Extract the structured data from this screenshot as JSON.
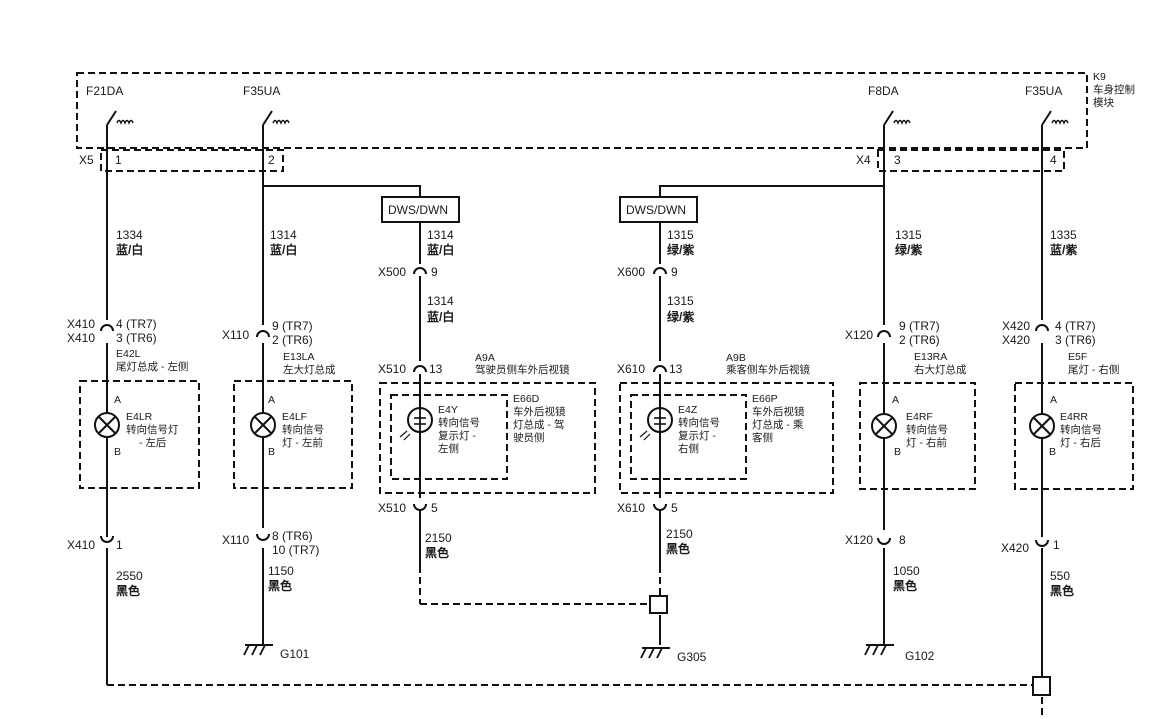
{
  "module": {
    "code": "K9",
    "name_line1": "车身控制",
    "name_line2": "模块",
    "fuses": [
      "F21DA",
      "F35UA",
      "F8DA",
      "F35UA"
    ],
    "connectors": {
      "left": "X5",
      "right": "X4"
    },
    "pins": [
      "1",
      "2",
      "3",
      "4"
    ]
  },
  "switch_boxes": {
    "left": "DWS/DWN",
    "right": "DWS/DWN"
  },
  "circuits": [
    {
      "top": {
        "num": "1334",
        "color": "蓝/白"
      },
      "conn_upper": {
        "id1": "X410",
        "pin1": "4 (TR7)",
        "id2": "X410",
        "pin2": "3 (TR6)"
      },
      "component": {
        "code": "E42L",
        "name": "尾灯总成 - 左侧",
        "lamp": "E4LR",
        "desc1": "转向信号灯",
        "desc2": "- 左后",
        "pinA": "A",
        "pinB": "B"
      },
      "conn_lower": {
        "id": "X410",
        "pin": "1"
      },
      "bottom": {
        "num": "2550",
        "color": "黑色"
      }
    },
    {
      "top": {
        "num": "1314",
        "color": "蓝/白"
      },
      "conn_upper": {
        "id1": "X110",
        "pin1": "9 (TR7)",
        "pin2": "2 (TR6)"
      },
      "component": {
        "code": "E13LA",
        "name": "左大灯总成",
        "lamp": "E4LF",
        "desc1": "转向信号",
        "desc2": "灯 - 左前",
        "pinA": "A",
        "pinB": "B"
      },
      "conn_lower": {
        "id": "X110",
        "pin1": "8 (TR6)",
        "pin2": "10 (TR7)"
      },
      "bottom": {
        "num": "1150",
        "color": "黑色"
      },
      "ground": "G101"
    },
    {
      "top": {
        "num": "1314",
        "color": "蓝/白"
      },
      "conn_a": {
        "id": "X500",
        "pin": "9"
      },
      "mid": {
        "num": "1314",
        "color": "蓝/白"
      },
      "conn_b": {
        "id": "X510",
        "pin": "13"
      },
      "assembly": {
        "code": "A9A",
        "name": "驾驶员侧车外后视镜"
      },
      "component": {
        "code": "E66D",
        "name1": "车外后视镜",
        "name2": "灯总成 - 驾",
        "name3": "驶员侧",
        "lamp": "E4Y",
        "desc1": "转向信号",
        "desc2": "复示灯 -",
        "desc3": "左侧"
      },
      "conn_lower": {
        "id": "X510",
        "pin": "5"
      },
      "bottom": {
        "num": "2150",
        "color": "黑色"
      }
    },
    {
      "top": {
        "num": "1315",
        "color": "绿/紫"
      },
      "conn_a": {
        "id": "X600",
        "pin": "9"
      },
      "mid": {
        "num": "1315",
        "color": "绿/紫"
      },
      "conn_b": {
        "id": "X610",
        "pin": "13"
      },
      "assembly": {
        "code": "A9B",
        "name": "乘客侧车外后视镜"
      },
      "component": {
        "code": "E66P",
        "name1": "车外后视镜",
        "name2": "灯总成 - 乘",
        "name3": "客侧",
        "lamp": "E4Z",
        "desc1": "转向信号",
        "desc2": "复示灯 -",
        "desc3": "右侧"
      },
      "conn_lower": {
        "id": "X610",
        "pin": "5"
      },
      "bottom": {
        "num": "2150",
        "color": "黑色"
      },
      "ground": "G305"
    },
    {
      "top": {
        "num": "1315",
        "color": "绿/紫"
      },
      "conn_upper": {
        "id1": "X120",
        "pin1": "9 (TR7)",
        "pin2": "2 (TR6)"
      },
      "component": {
        "code": "E13RA",
        "name": "右大灯总成",
        "lamp": "E4RF",
        "desc1": "转向信号",
        "desc2": "灯 - 右前",
        "pinA": "A",
        "pinB": "B"
      },
      "conn_lower": {
        "id": "X120",
        "pin": "8"
      },
      "bottom": {
        "num": "1050",
        "color": "黑色"
      },
      "ground": "G102"
    },
    {
      "top": {
        "num": "1335",
        "color": "蓝/紫"
      },
      "conn_upper": {
        "id1": "X420",
        "pin1": "4 (TR7)",
        "id2": "X420",
        "pin2": "3 (TR6)"
      },
      "component": {
        "code": "E5F",
        "name": "尾灯 - 右侧",
        "lamp": "E4RR",
        "desc1": "转向信号",
        "desc2": "灯 - 右后",
        "pinA": "A",
        "pinB": "B"
      },
      "conn_lower": {
        "id": "X420",
        "pin": "1"
      },
      "bottom": {
        "num": "550",
        "color": "黑色"
      }
    }
  ]
}
